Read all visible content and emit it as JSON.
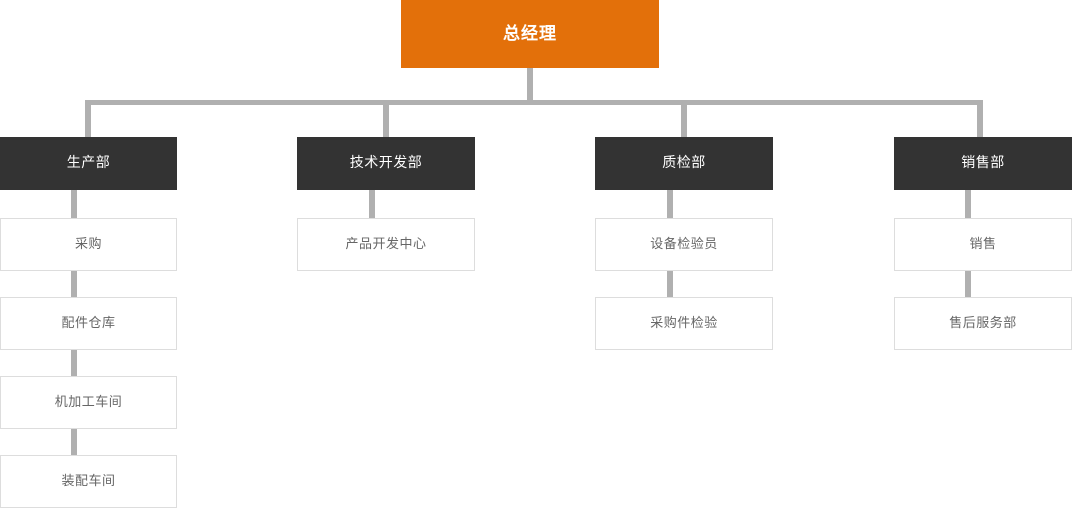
{
  "diagram": {
    "title_node": {
      "label": "总经理",
      "color": "#e3700a",
      "text_color": "#ffffff"
    },
    "connector_color": "#b0b0b0",
    "dept_color": "#333333",
    "sub_box_border": "#dddddd",
    "sub_box_text": "#666666",
    "columns": [
      {
        "dept": "生产部",
        "children": [
          "采购",
          "配件仓库",
          "机加工车间",
          "装配车间"
        ]
      },
      {
        "dept": "技术开发部",
        "children": [
          "产品开发中心"
        ]
      },
      {
        "dept": "质检部",
        "children": [
          "设备检验员",
          "采购件检验"
        ]
      },
      {
        "dept": "销售部",
        "children": [
          "销售",
          "售后服务部"
        ]
      }
    ]
  }
}
